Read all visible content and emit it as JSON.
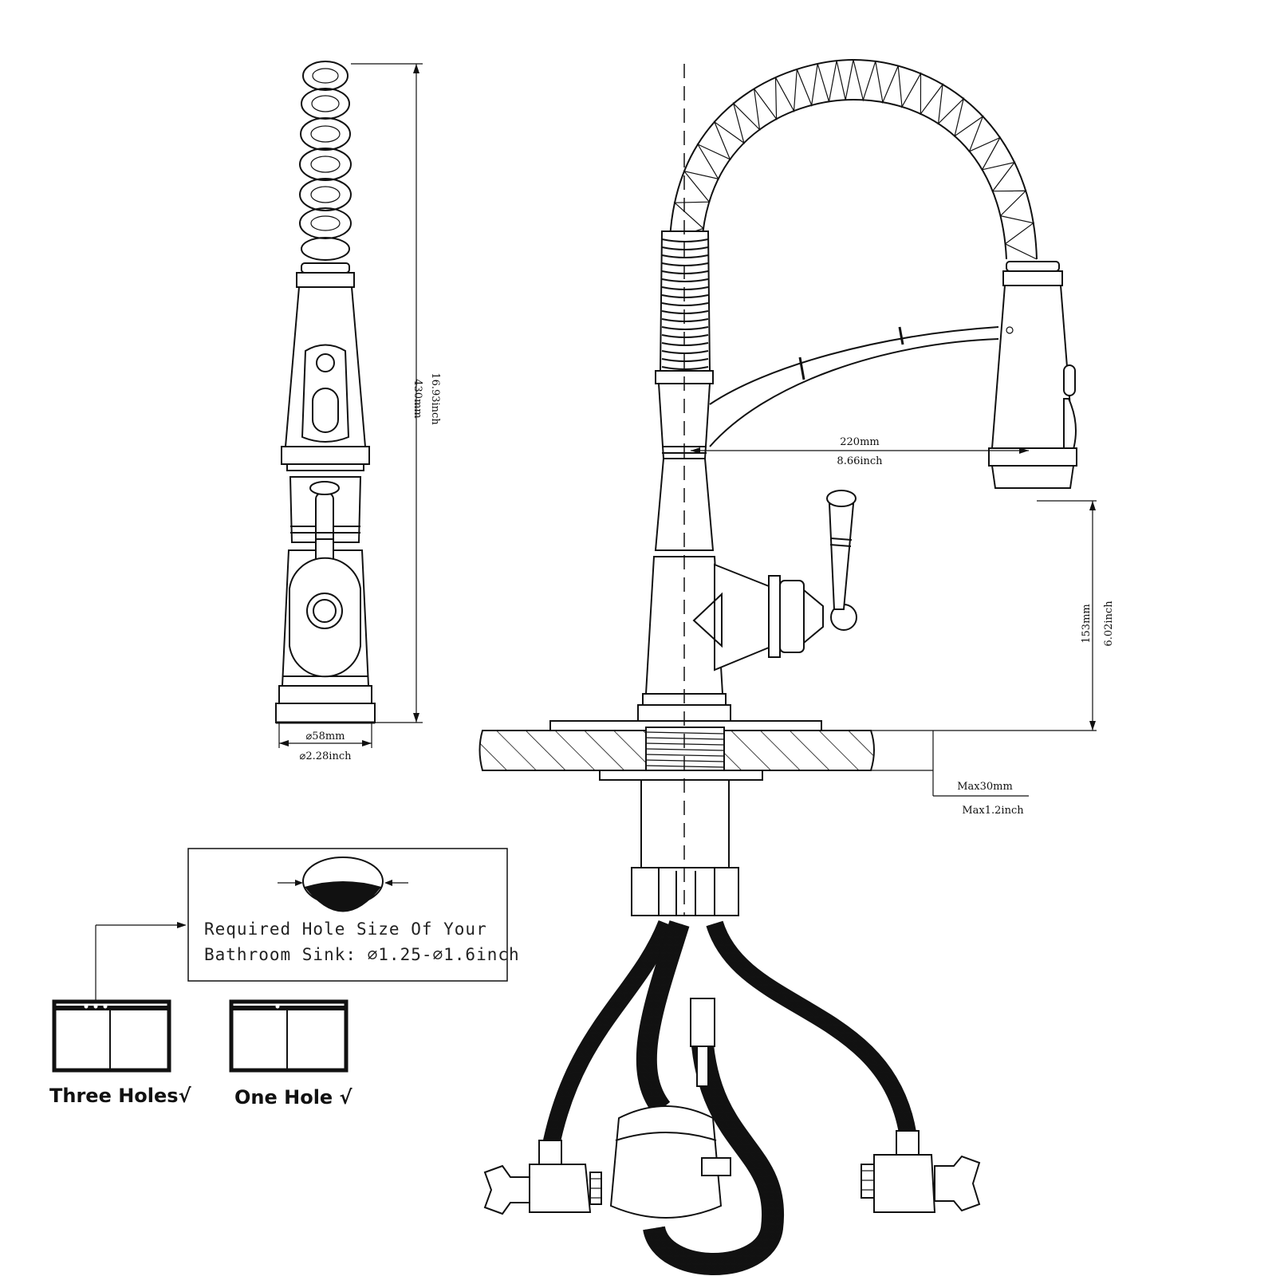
{
  "dimensions": {
    "side_height_mm": "430mm",
    "side_height_inch": "16.93inch",
    "base_diameter_mm": "⌀58mm",
    "base_diameter_inch": "⌀2.28inch",
    "reach_mm": "220mm",
    "reach_inch": "8.66inch",
    "spout_height_mm": "153mm",
    "spout_height_inch": "6.02inch",
    "deck_max_mm": "Max30mm",
    "deck_max_inch": "Max1.2inch"
  },
  "hole_info": {
    "line1": "Required Hole Size Of Your",
    "line2": "Bathroom Sink: ⌀1.25-⌀1.6inch"
  },
  "sink_options": [
    {
      "label": "Three Holes√",
      "holes": 3
    },
    {
      "label": "One Hole √",
      "holes": 1
    }
  ],
  "colors": {
    "line": "#111111",
    "background": "#ffffff"
  }
}
